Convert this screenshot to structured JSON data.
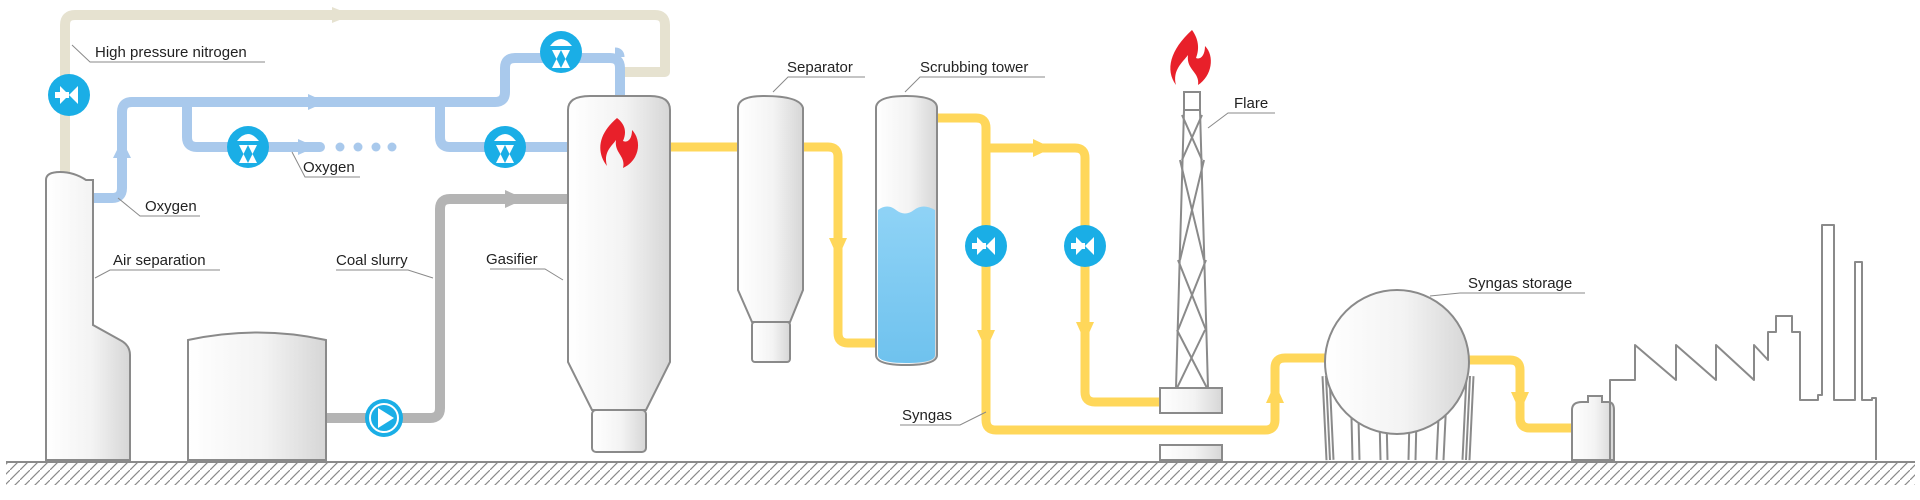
{
  "diagram": {
    "labels": {
      "nitrogen": "High pressure nitrogen",
      "oxygen_in": "Oxygen",
      "oxygen_branch": "Oxygen",
      "air_separation": "Air separation",
      "coal_slurry": "Coal slurry",
      "gasifier": "Gasifier",
      "separator": "Separator",
      "scrubbing_tower": "Scrubbing tower",
      "flare": "Flare",
      "syngas_storage": "Syngas storage",
      "syngas": "Syngas"
    },
    "colors": {
      "nitrogen": "#e6e2d0",
      "oxygen": "#a9c9ec",
      "syngas": "#ffd75a",
      "coal": "#b4b4b4",
      "valve": "#1aaee6",
      "water": "#7fcaf2",
      "flame": "#e8202a",
      "equipment_outline": "#8a8a8a"
    },
    "icons": {
      "valve": "valve-icon",
      "pump": "pump-icon",
      "flame": "flame-icon",
      "arrow": "flow-arrow-icon"
    }
  }
}
